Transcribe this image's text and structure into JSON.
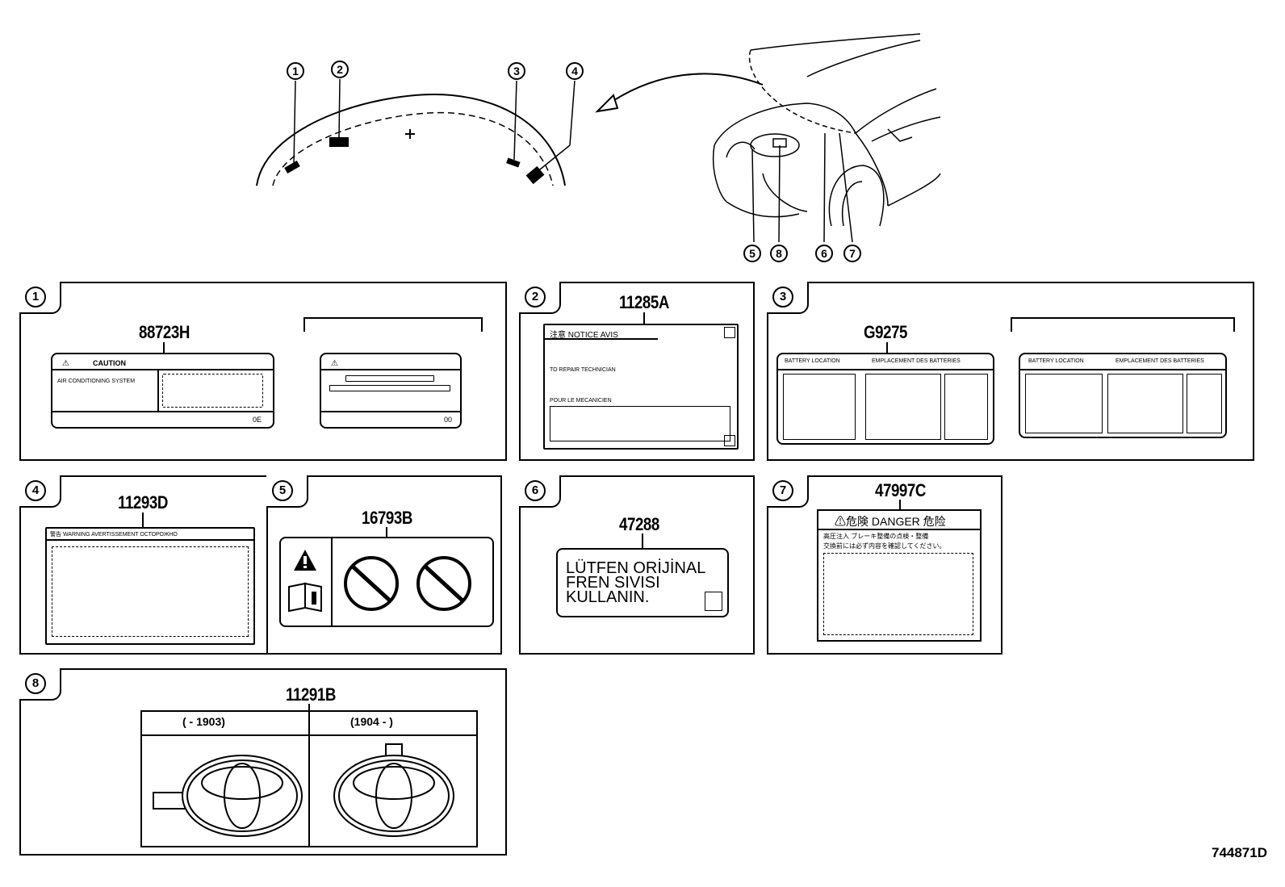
{
  "callouts_top": [
    "1",
    "2",
    "3",
    "4"
  ],
  "callouts_car": [
    "5",
    "8",
    "6",
    "7"
  ],
  "panels": [
    {
      "num": "1",
      "part": "88723H",
      "label_caution": "CAUTION",
      "label_text": "AIR CONDITIONING SYSTEM",
      "label_code_a": "0E",
      "label_code_b": "00"
    },
    {
      "num": "2",
      "part": "11285A",
      "notice": "注意  NOTICE   AVIS",
      "line_a": "TO REPAIR TECHNICIAN",
      "line_b": "POUR LE MECANICIEN"
    },
    {
      "num": "3",
      "part": "G9275",
      "battery_a": "BATTERY LOCATION",
      "battery_b": "EMPLACEMENT DES BATTERIES"
    },
    {
      "num": "4",
      "part": "11293D",
      "warning": "警告  WARNING  AVERTISSEMENT  ОСТОРОЖНО"
    },
    {
      "num": "5",
      "part": "16793B"
    },
    {
      "num": "6",
      "part": "47288",
      "text_lines": [
        "LÜTFEN  ORİJİNAL",
        "FREN  SIVISI",
        "KULLANIN."
      ]
    },
    {
      "num": "7",
      "part": "47997C",
      "danger": "⚠危険  DANGER  危险",
      "jp_line_1": "高圧注入  ブレーキ整備の点検・整備",
      "jp_line_2": "交換前には必ず内容を確認してください。"
    },
    {
      "num": "8",
      "part": "11291B",
      "col_a": "(      - 1903)",
      "col_b": "(1904 -       )"
    }
  ],
  "doc_id": "744871D"
}
